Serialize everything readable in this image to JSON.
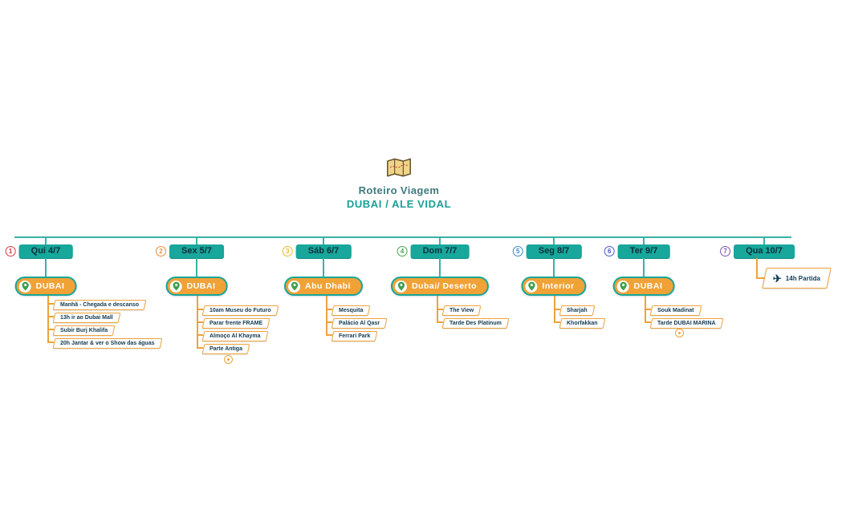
{
  "header": {
    "title_line1": "Roteiro Viagem",
    "title_line2": "DUBAI / ALE VIDAL"
  },
  "icons": {
    "map": "folded-map-icon",
    "location_pin": "location-pin-icon",
    "plane": "plane-icon",
    "extra_marker": "extra-marker-icon"
  },
  "colors": {
    "teal": "#17a79b",
    "orange": "#f0a236",
    "tag_border": "#eda23c",
    "text_dark": "#113a52"
  },
  "days": [
    {
      "number": "1",
      "badge_color": "#d93a3e",
      "label": "Qui 4/7",
      "location": "DUBAI",
      "items": [
        "Manhã - Chegada e descanso",
        "13h ir ao Dubai Mall",
        "Subir Burj Khalifa",
        "20h Jantar & ver o Show das águas"
      ]
    },
    {
      "number": "2",
      "badge_color": "#ef8b33",
      "label": "Sex 5/7",
      "location": "DUBAI",
      "items": [
        "10am Museu do Futuro",
        "Parar frente FRAME",
        "Almoço Al Khayma",
        "Parte Antiga"
      ],
      "extra_icon": "extra-marker-icon"
    },
    {
      "number": "3",
      "badge_color": "#e8b931",
      "label": "Sáb 6/7",
      "location": "Abu Dhabi",
      "items": [
        "Mesquita",
        "Palácio Al Qasr",
        "Ferrari Park"
      ]
    },
    {
      "number": "4",
      "badge_color": "#47a44b",
      "label": "Dom  7/7",
      "location": "Dubai/ Deserto",
      "items": [
        "The View",
        "Tarde Des Platinum"
      ]
    },
    {
      "number": "5",
      "badge_color": "#4087c7",
      "label": "Seg  8/7",
      "location": "Interior",
      "items": [
        "Sharjah",
        "Khorfakkan"
      ]
    },
    {
      "number": "6",
      "badge_color": "#4a59c8",
      "label": "Ter 9/7",
      "location": "DUBAI",
      "items": [
        "Souk Madinat",
        "Tarde DUBAI MARINA"
      ],
      "extra_icon": "extra-marker-icon"
    },
    {
      "number": "7",
      "badge_color": "#7e57ad",
      "label": "Qua 10/7",
      "departure": "14h Partida"
    }
  ]
}
